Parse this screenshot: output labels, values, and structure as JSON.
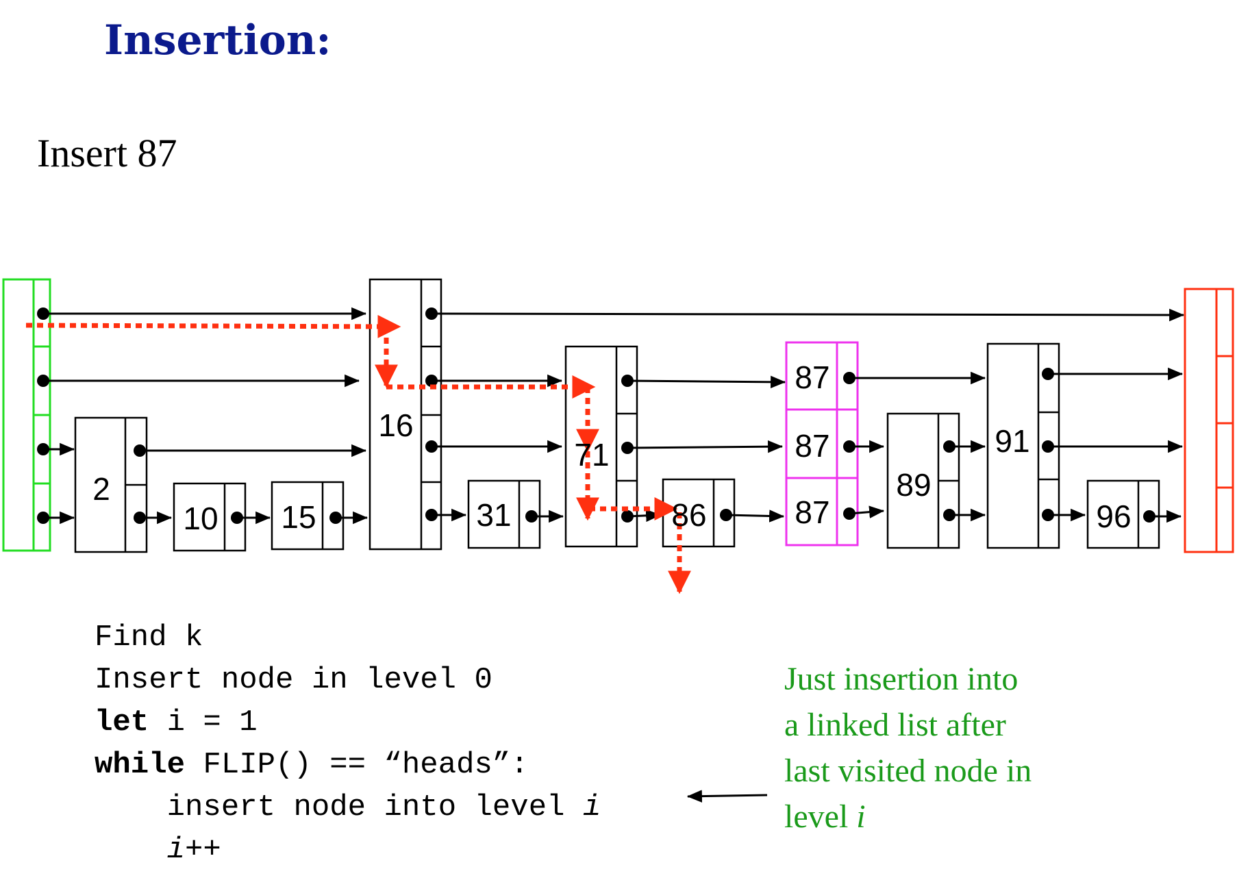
{
  "title": "Insertion:",
  "subtitle": "Insert 87",
  "diagram": {
    "node_keys": {
      "n2": "2",
      "n10": "10",
      "n15": "15",
      "n16": "16",
      "n31": "31",
      "n71": "71",
      "n86": "86",
      "n87a": "87",
      "n87b": "87",
      "n87c": "87",
      "n89": "89",
      "n91": "91",
      "n96": "96"
    },
    "colors": {
      "head_sentinel": "#22dd22",
      "tail_sentinel": "#ff3010",
      "inserted_node": "#ee33ee",
      "search_path": "#ff3010",
      "nodes": "#000000"
    }
  },
  "code": {
    "line1": "Find k",
    "line2": "Insert node in level 0",
    "line3_kw": "let",
    "line3_rest": " i = 1",
    "line4_kw": "while",
    "line4_rest": " FLIP() == “heads”:",
    "line5_indent": "    ",
    "line5_text": "insert node into level ",
    "line5_var": "i",
    "line6_indent": "    ",
    "line6_var": "i",
    "line6_rest": "++"
  },
  "annotation": {
    "line1": "Just insertion into",
    "line2": "a linked list after",
    "line3": "last visited node in",
    "line4_text": "level ",
    "line4_var": "i"
  }
}
